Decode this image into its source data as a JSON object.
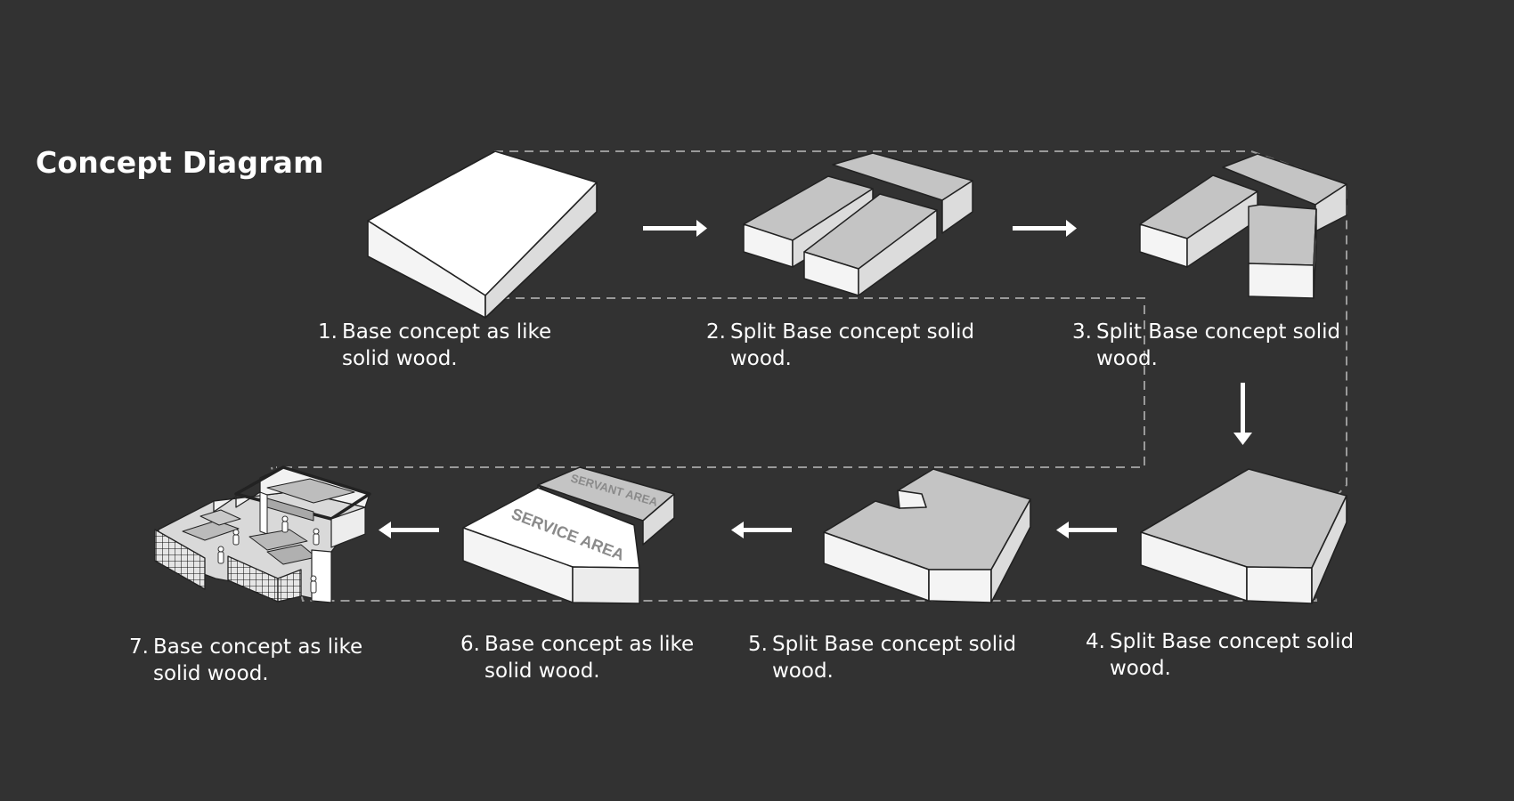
{
  "page": {
    "title": "Concept Diagram",
    "background_color": "#323232"
  },
  "steps": [
    {
      "number": "1.",
      "line1": "Base concept as like",
      "line2": "solid wood."
    },
    {
      "number": "2.",
      "line1": "Split Base concept solid",
      "line2": "wood."
    },
    {
      "number": "3.",
      "line1": "Split Base concept solid",
      "line2": "wood."
    },
    {
      "number": "4.",
      "line1": "Split Base concept solid",
      "line2": "wood."
    },
    {
      "number": "5.",
      "line1": "Split Base concept solid",
      "line2": "wood."
    },
    {
      "number": "6.",
      "line1": "Base concept as like",
      "line2": "solid wood."
    },
    {
      "number": "7.",
      "line1": "Base concept as like",
      "line2": "solid wood."
    }
  ],
  "model_labels": {
    "service_area": "SERVICE AREA",
    "servant_area": "SERVANT AREA"
  },
  "colors": {
    "text": "#ffffff",
    "box_top_light": "#ffffff",
    "box_top_gray": "#c4c4c4",
    "box_side_light": "#f4f4f4",
    "box_side_shade": "#dcdcdc",
    "edge": "#222222",
    "dashed_path": "#9a9a9a",
    "arrow": "#ffffff"
  }
}
